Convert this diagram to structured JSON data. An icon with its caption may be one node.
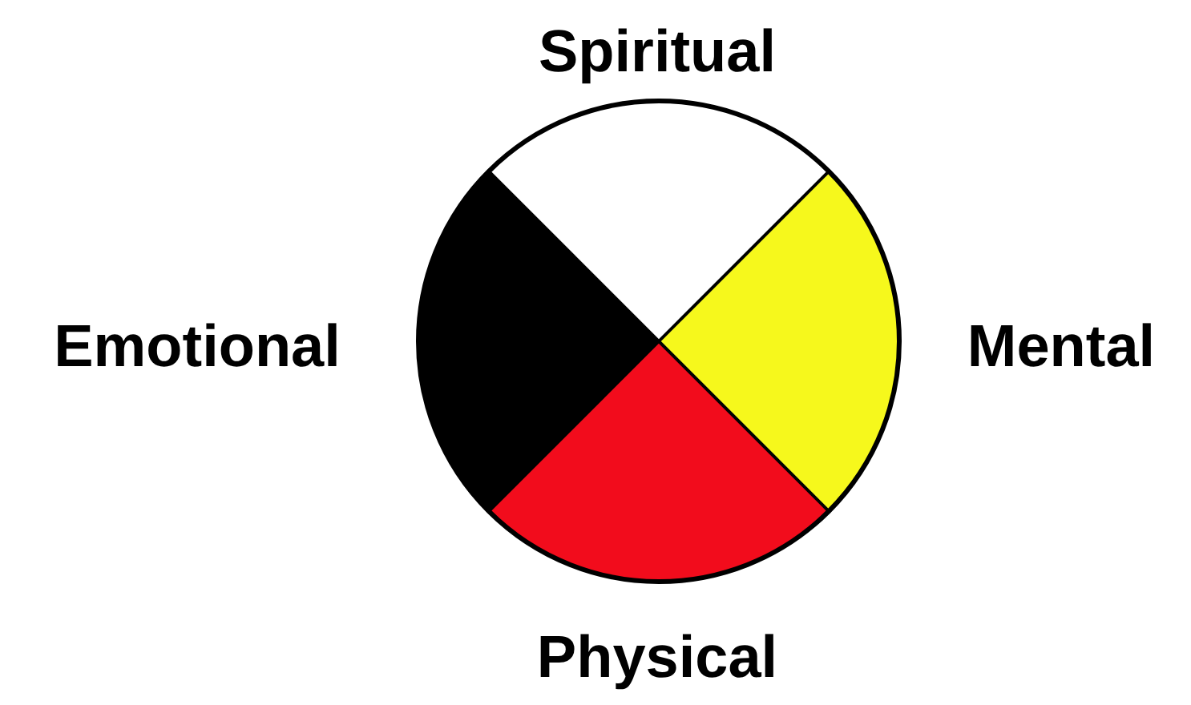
{
  "diagram": {
    "labels": [
      "Spiritual",
      "Emotional",
      "Mental",
      "Physical"
    ]
  }
}
